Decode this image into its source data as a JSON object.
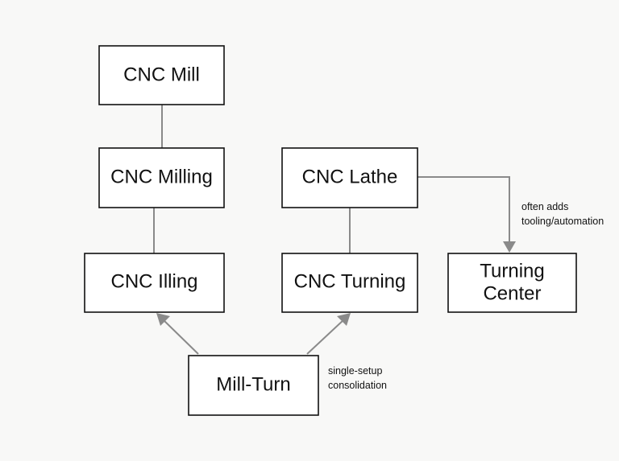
{
  "nodes": {
    "cnc_mill": "CNC Mill",
    "cnc_milling": "CNC Milling",
    "cnc_illing": "CNC Illing",
    "cnc_lathe": "CNC Lathe",
    "cnc_turning": "CNC Turning",
    "turning_center_line1": "Turning",
    "turning_center_line2": "Center",
    "mill_turn": "Mill-Turn"
  },
  "notes": {
    "lathe_to_center_line1": "often adds",
    "lathe_to_center_line2": "tooling/automation",
    "mill_turn_line1": "single-setup",
    "mill_turn_line2": "consolidation"
  },
  "colors": {
    "box_border": "#111111",
    "connector": "#8a8a8a",
    "background": "#f8f8f7"
  }
}
